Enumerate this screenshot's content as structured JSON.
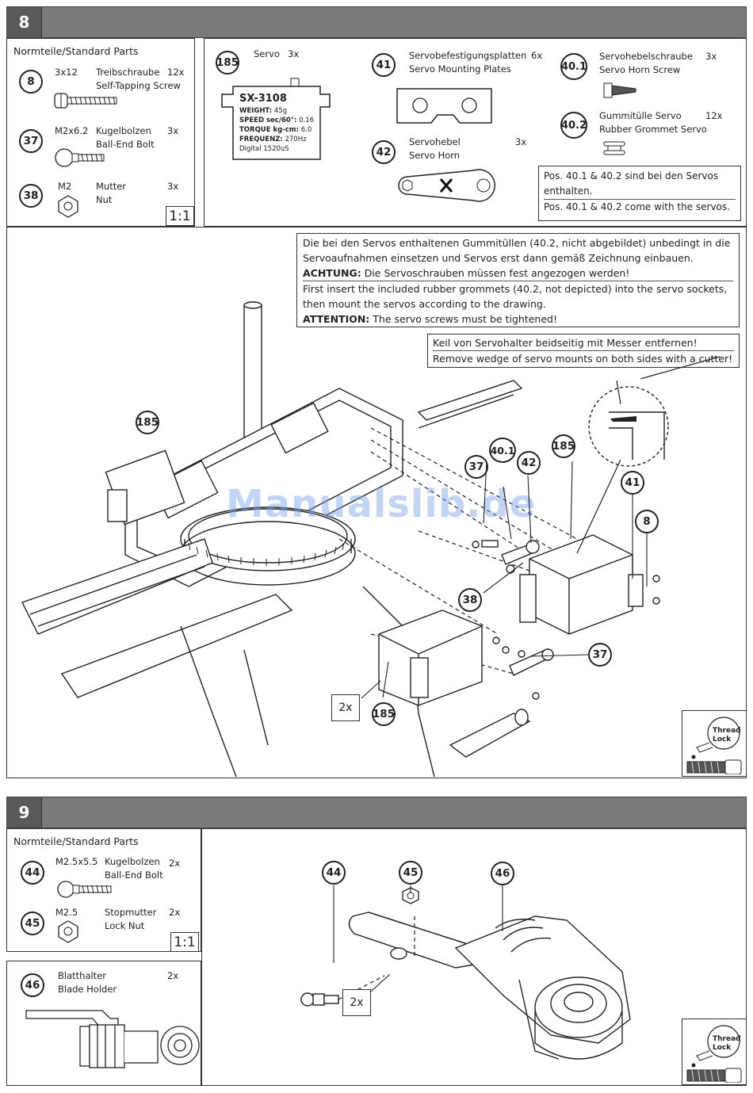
{
  "step8": {
    "number": "8",
    "standard_parts": {
      "title": "Normteile/Standard Parts",
      "scale": "1:1",
      "items": [
        {
          "id": "8",
          "size": "3x12",
          "name_de": "Treibschraube",
          "name_en": "Self-Tapping Screw",
          "qty": "12x"
        },
        {
          "id": "37",
          "size": "M2x6.2",
          "name_de": "Kugelbolzen",
          "name_en": "Ball-End Bolt",
          "qty": "3x"
        },
        {
          "id": "38",
          "size": "M2",
          "name_de": "Mutter",
          "name_en": "Nut",
          "qty": "3x"
        }
      ]
    },
    "servo": {
      "id": "185",
      "name": "Servo",
      "qty": "3x",
      "model": "SX-3108",
      "specs": [
        {
          "label": "WEIGHT:",
          "value": "45g"
        },
        {
          "label": "SPEED sec/60°:",
          "value": "0.16"
        },
        {
          "label": "TORQUE kg-cm:",
          "value": "6.0"
        },
        {
          "label": "FREQUENZ:",
          "value": "270Hz"
        }
      ],
      "digital": "Digital 1520uS"
    },
    "plates": {
      "id": "41",
      "name_de": "Servobefestigungsplatten",
      "name_en": "Servo Mounting Plates",
      "qty": "6x"
    },
    "horn": {
      "id": "42",
      "name_de": "Servohebel",
      "name_en": "Servo Horn",
      "qty": "3x"
    },
    "horn_screw": {
      "id": "40.1",
      "name_de": "Servohebelschraube",
      "name_en": "Servo Horn Screw",
      "qty": "3x"
    },
    "grommet": {
      "id": "40.2",
      "name_de": "Gummitülle Servo",
      "name_en": "Rubber Grommet Servo",
      "qty": "12x"
    },
    "included_note": {
      "de": "Pos. 40.1 & 40.2 sind bei den Servos",
      "de2": "enthalten.",
      "en": "Pos. 40.1 & 40.2 come with the servos."
    },
    "instructions": {
      "line1": "Die bei den Servos enthaltenen Gummitüllen (40.2, nicht abgebildet) unbedingt in die",
      "line2": "Servoaufnahmen einsetzen und Servos erst dann gemäß Zeichnung einbauen.",
      "line3_bold": "ACHTUNG:",
      "line3": " Die Servoschrauben müssen fest angezogen werden!",
      "line4": "First insert the included rubber grommets (40.2, not depicted) into the servo sockets,",
      "line5": "then mount the servos according to the drawing.",
      "line6_bold": "ATTENTION:",
      "line6": " The servo screws must be tightened!"
    },
    "cutter_note": {
      "de": "Keil von Servohalter beidseitig mit Messer entfernen!",
      "en": "Remove wedge of servo mounts on both sides with a cutter!"
    },
    "callouts": {
      "c185a": "185",
      "c185b": "185",
      "c185c": "185",
      "c40_1": "40.1",
      "c42": "42",
      "c37a": "37",
      "c37b": "37",
      "c41": "41",
      "c8": "8",
      "c38": "38"
    },
    "multiplier": "2x",
    "threadlock": {
      "line1": "Thread",
      "line2": "Lock"
    }
  },
  "step9": {
    "number": "9",
    "standard_parts": {
      "title": "Normteile/Standard Parts",
      "scale": "1:1",
      "items": [
        {
          "id": "44",
          "size": "M2.5x5.5",
          "name_de": "Kugelbolzen",
          "name_en": "Ball-End Bolt",
          "qty": "2x"
        },
        {
          "id": "45",
          "size": "M2.5",
          "name_de": "Stopmutter",
          "name_en": "Lock Nut",
          "qty": "2x"
        }
      ]
    },
    "blade_holder": {
      "id": "46",
      "name_de": "Blatthalter",
      "name_en": "Blade Holder",
      "qty": "2x"
    },
    "callouts": {
      "c44": "44",
      "c45": "45",
      "c46": "46"
    },
    "multiplier": "2x",
    "threadlock": {
      "line1": "Thread",
      "line2": "Lock"
    }
  },
  "watermark": "Manualslib.de"
}
